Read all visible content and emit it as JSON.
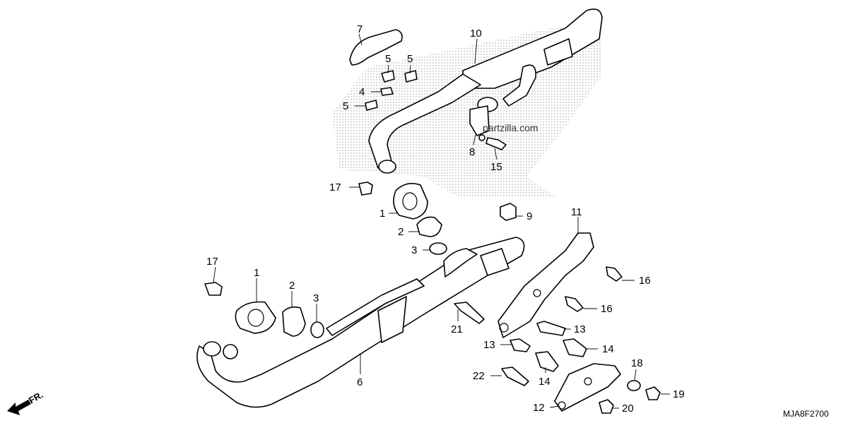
{
  "diagram": {
    "diagram_code": "MJA8F2700",
    "watermark": "partzilla.com",
    "direction_label": "FR.",
    "callouts": [
      {
        "id": "c7",
        "number": "7"
      },
      {
        "id": "c10",
        "number": "10"
      },
      {
        "id": "c5a",
        "number": "5"
      },
      {
        "id": "c5b",
        "number": "5"
      },
      {
        "id": "c4",
        "number": "4"
      },
      {
        "id": "c5c",
        "number": "5"
      },
      {
        "id": "c8",
        "number": "8"
      },
      {
        "id": "c15",
        "number": "15"
      },
      {
        "id": "c17a",
        "number": "17"
      },
      {
        "id": "c1a",
        "number": "1"
      },
      {
        "id": "c2a",
        "number": "2"
      },
      {
        "id": "c3a",
        "number": "3"
      },
      {
        "id": "c9",
        "number": "9"
      },
      {
        "id": "c11",
        "number": "11"
      },
      {
        "id": "c16a",
        "number": "16"
      },
      {
        "id": "c16b",
        "number": "16"
      },
      {
        "id": "c17b",
        "number": "17"
      },
      {
        "id": "c1b",
        "number": "1"
      },
      {
        "id": "c2b",
        "number": "2"
      },
      {
        "id": "c3b",
        "number": "3"
      },
      {
        "id": "c21",
        "number": "21"
      },
      {
        "id": "c13a",
        "number": "13"
      },
      {
        "id": "c13b",
        "number": "13"
      },
      {
        "id": "c14a",
        "number": "14"
      },
      {
        "id": "c6",
        "number": "6"
      },
      {
        "id": "c18",
        "number": "18"
      },
      {
        "id": "c22",
        "number": "22"
      },
      {
        "id": "c14b",
        "number": "14"
      },
      {
        "id": "c19",
        "number": "19"
      },
      {
        "id": "c12",
        "number": "12"
      },
      {
        "id": "c20",
        "number": "20"
      }
    ]
  }
}
